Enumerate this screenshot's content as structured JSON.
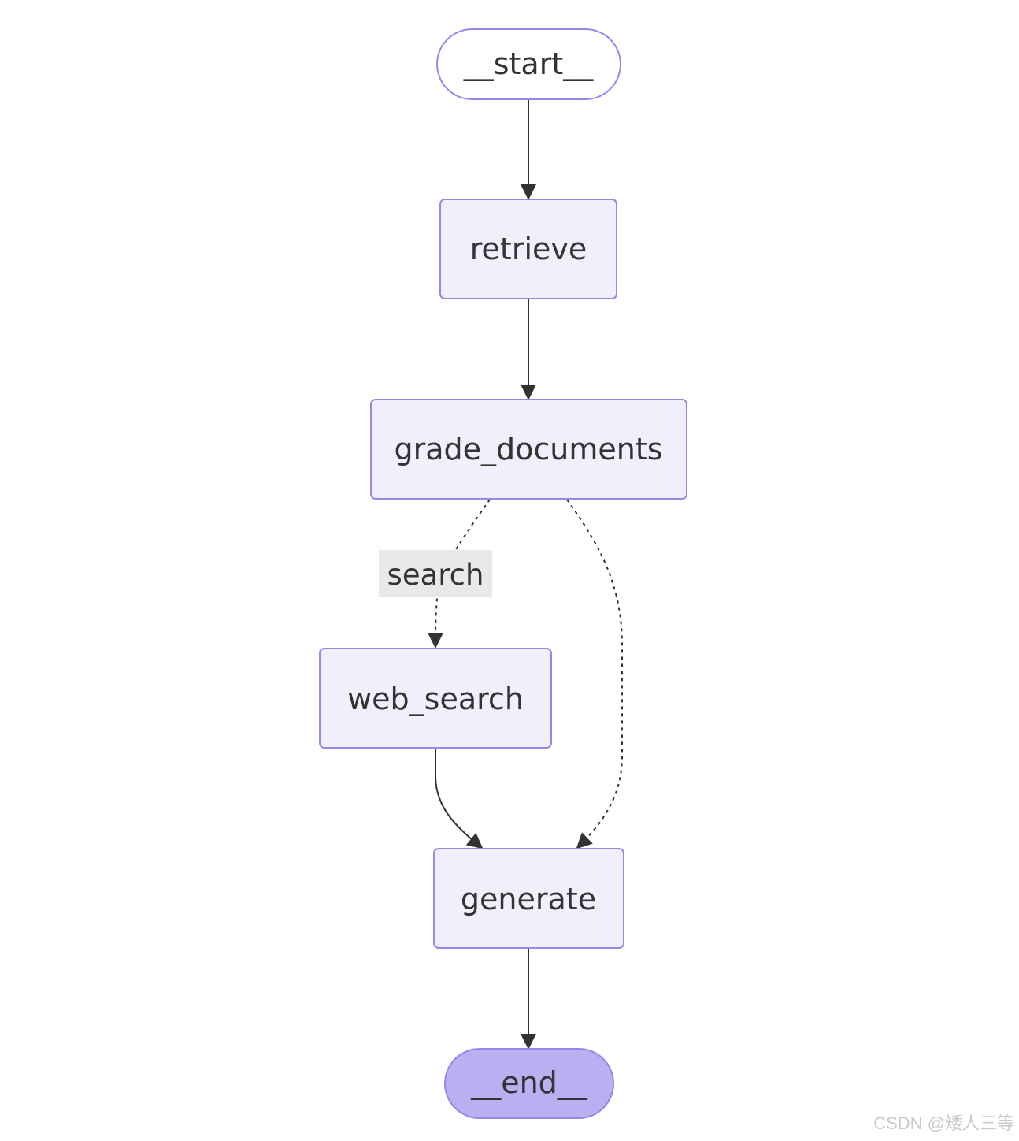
{
  "diagram": {
    "type": "flowchart",
    "colors": {
      "node_fill": "#f0effc",
      "node_stroke": "#9b86e8",
      "end_fill": "#b8b0f1",
      "edge": "#333333",
      "label_bg": "#e8e8e8",
      "text": "#333333"
    },
    "nodes": {
      "start": "__start__",
      "retrieve": "retrieve",
      "grade_documents": "grade_documents",
      "web_search": "web_search",
      "generate": "generate",
      "end": "__end__"
    },
    "edges": [
      {
        "from": "__start__",
        "to": "retrieve",
        "style": "solid"
      },
      {
        "from": "retrieve",
        "to": "grade_documents",
        "style": "solid"
      },
      {
        "from": "grade_documents",
        "to": "web_search",
        "style": "dashed",
        "label": "search"
      },
      {
        "from": "grade_documents",
        "to": "generate",
        "style": "dashed"
      },
      {
        "from": "web_search",
        "to": "generate",
        "style": "solid"
      },
      {
        "from": "generate",
        "to": "__end__",
        "style": "solid"
      }
    ],
    "edge_labels": {
      "search": "search"
    }
  },
  "watermark": "CSDN @矮人三等"
}
